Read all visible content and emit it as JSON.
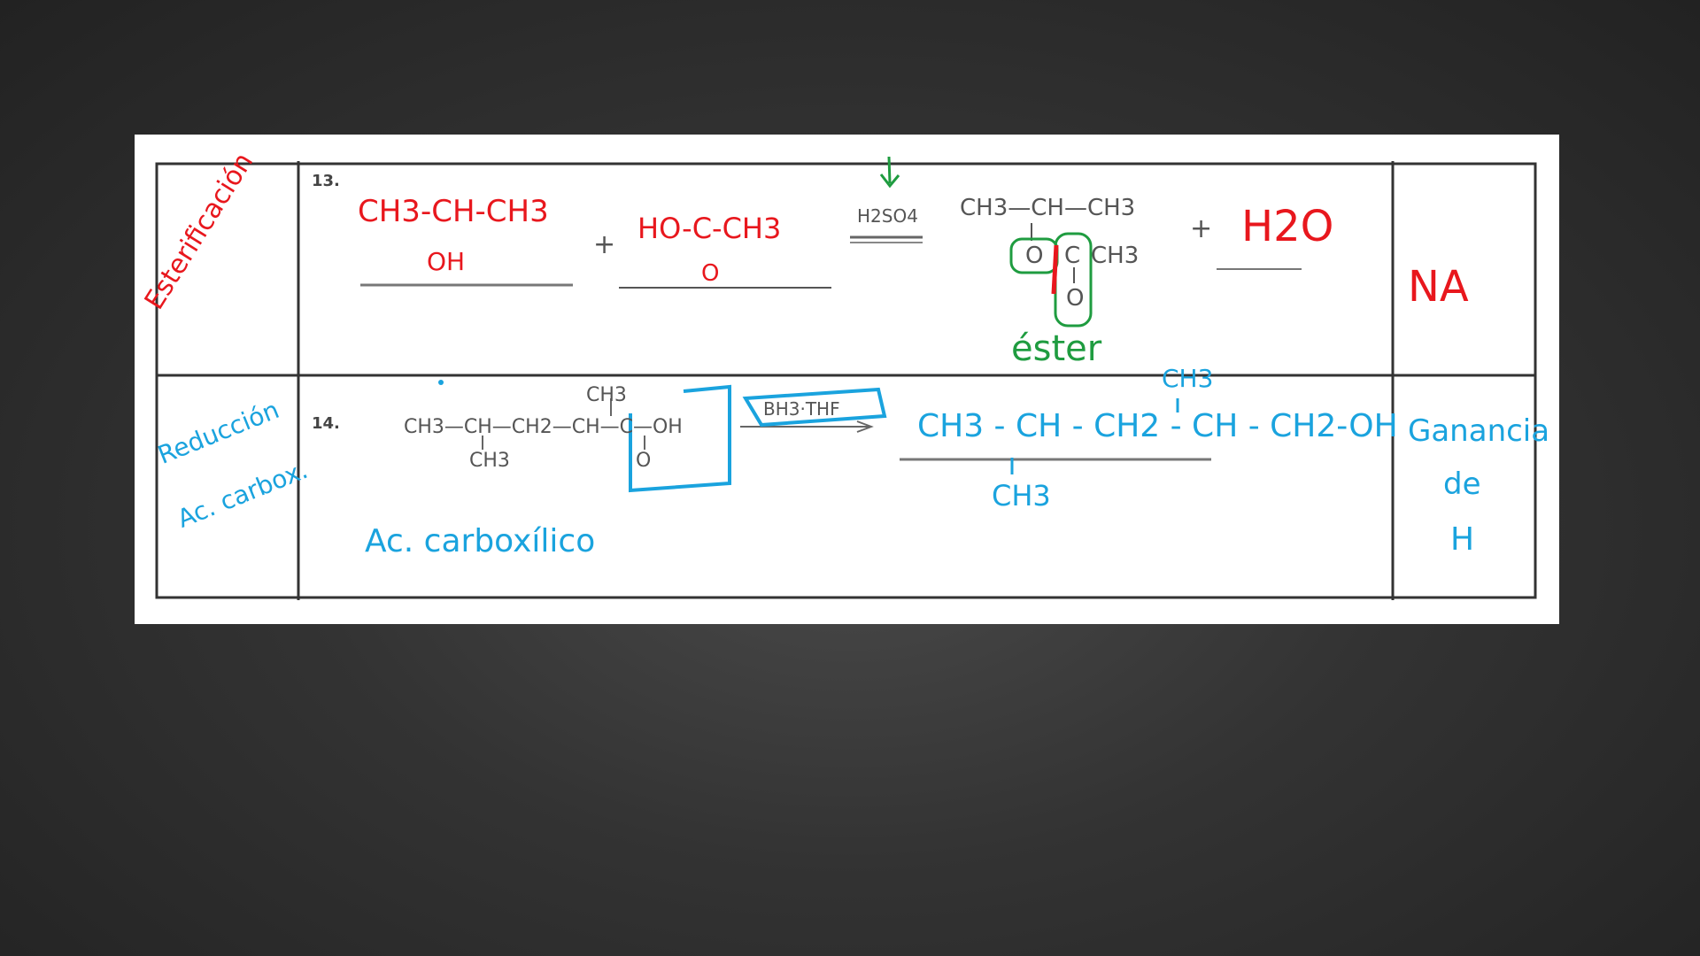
{
  "rows": [
    {
      "number": "13.",
      "category": "Esterificación",
      "reactant1": {
        "main": "CH3-CH-CH3",
        "sub": "OH"
      },
      "plus1": "+",
      "reactant2": {
        "main": "HO-C-CH3",
        "sub": "O"
      },
      "reagent": "H2SO4",
      "product": {
        "top": "CH3—CH—CH3",
        "mid_left": "O",
        "mid_c": "C",
        "mid_right": "CH3",
        "bottom": "O"
      },
      "product_label": "éster",
      "plus2": "+",
      "byproduct": "H2O",
      "result": "NA"
    },
    {
      "number": "14.",
      "category_line1": "Reducción",
      "category_line2": "Ac. carbox.",
      "reactant": {
        "top": "CH3",
        "main": "CH3—CH—CH2—CH—C—OH",
        "sub_left": "CH3",
        "sub_right": "O"
      },
      "reactant_label": "Ac. carboxílico",
      "reagent": "BH3·THF",
      "product": {
        "top": "CH3",
        "main": "CH3 - CH - CH2 - CH - CH2-OH",
        "sub": "CH3"
      },
      "result_line1": "Ganancia",
      "result_line2": "de",
      "result_line3": "H"
    }
  ],
  "colors": {
    "ink_red": "#e8171d",
    "ink_blue": "#1aa3de",
    "ink_green": "#1f9c40",
    "print": "#555555"
  }
}
